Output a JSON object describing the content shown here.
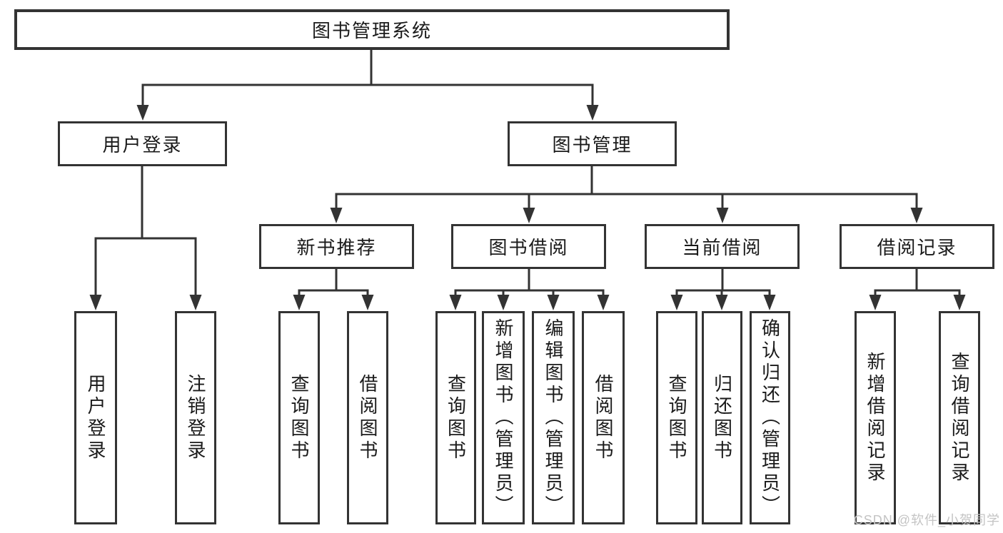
{
  "diagram": {
    "root": {
      "label": "图书管理系统"
    },
    "level2": [
      {
        "label": "用户登录"
      },
      {
        "label": "图书管理"
      }
    ],
    "level3": [
      {
        "label": "新书推荐"
      },
      {
        "label": "图书借阅"
      },
      {
        "label": "当前借阅"
      },
      {
        "label": "借阅记录"
      }
    ],
    "leaves": [
      "用户登录",
      "注销登录",
      "查询图书",
      "借阅图书",
      "查询图书",
      "新增图书（管理员）",
      "编辑图书（管理员）",
      "借阅图书",
      "查询图书",
      "归还图书",
      "确认归还（管理员）",
      "新增借阅记录",
      "查询借阅记录"
    ],
    "watermark": "CSDN @软件_小贺同学",
    "colors": {
      "line": "#333333",
      "text": "#1a1a1a",
      "background": "#ffffff",
      "watermark": "#c4c4c4"
    }
  }
}
